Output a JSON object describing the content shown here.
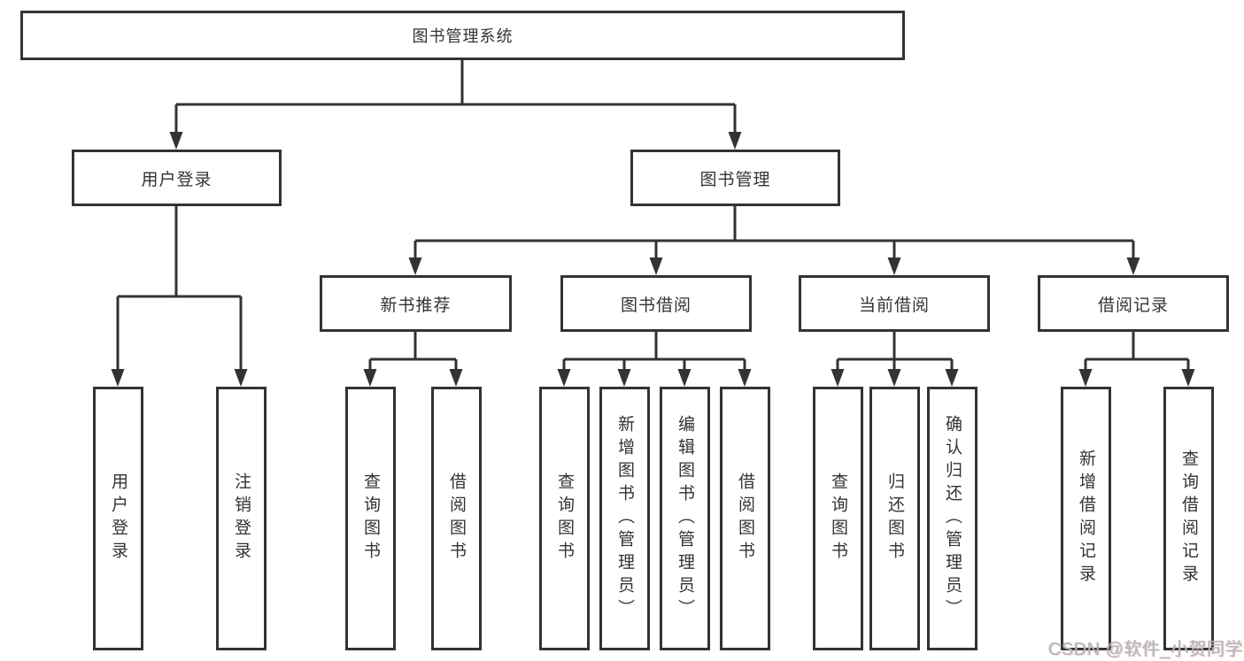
{
  "page": {
    "background_color": "#ffffff",
    "line_color": "#333333",
    "box_fill_color": "#ffffff",
    "text_color": "#333333",
    "watermark_color": "#b6b6b6"
  },
  "tree": {
    "root": {
      "label": "图书管理系统",
      "children": [
        {
          "label": "用户登录",
          "children": [
            {
              "label": "用户登录"
            },
            {
              "label": "注销登录"
            }
          ]
        },
        {
          "label": "图书管理",
          "children": [
            {
              "label": "新书推荐",
              "children": [
                {
                  "label": "查询图书"
                },
                {
                  "label": "借阅图书"
                }
              ]
            },
            {
              "label": "图书借阅",
              "children": [
                {
                  "label": "查询图书"
                },
                {
                  "label": "新增图书（管理员）"
                },
                {
                  "label": "编辑图书（管理员）"
                },
                {
                  "label": "借阅图书"
                }
              ]
            },
            {
              "label": "当前借阅",
              "children": [
                {
                  "label": "查询图书"
                },
                {
                  "label": "归还图书"
                },
                {
                  "label": "确认归还（管理员）"
                }
              ]
            },
            {
              "label": "借阅记录",
              "children": [
                {
                  "label": "新增借阅记录"
                },
                {
                  "label": "查询借阅记录"
                }
              ]
            }
          ]
        }
      ]
    }
  },
  "watermark": {
    "text": "CSDN @软件_小贺同学"
  }
}
